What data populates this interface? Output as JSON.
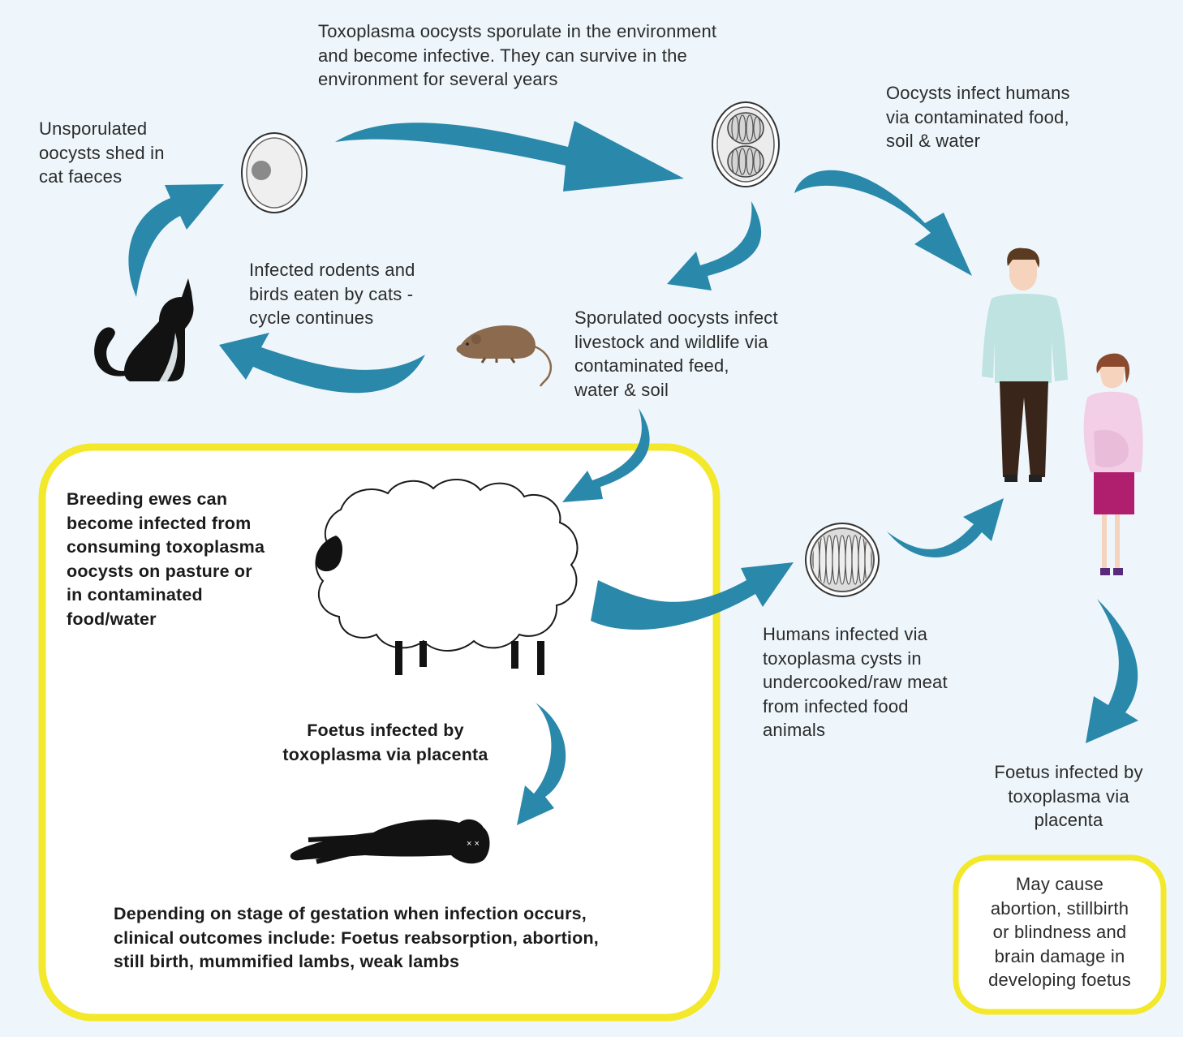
{
  "labels": {
    "top_sporulate": "Toxoplasma oocysts sporulate in the environment\nand become infective. They can survive in the\nenvironment for several years",
    "unsporulated": "Unsporulated\noocysts shed in\ncat faeces",
    "humans_via_food": "Oocysts infect humans\nvia contaminated food,\nsoil & water",
    "rodents": "Infected rodents and\nbirds eaten by cats -\ncycle continues",
    "livestock": "Sporulated oocysts infect\nlivestock and wildlife via\ncontaminated feed,\nwater & soil",
    "ewes": "Breeding ewes can\nbecome infected from\nconsuming toxoplasma\noocysts on pasture or\nin contaminated\nfood/water",
    "foetus_sheep": "Foetus infected by\ntoxoplasma via placenta",
    "outcomes": "Depending on stage of gestation when infection occurs,\nclinical outcomes include: Foetus reabsorption, abortion,\n still birth, mummified lambs, weak lambs",
    "humans_meat": "Humans infected via\ntoxoplasma cysts in\nundercooked/raw meat\nfrom infected food\nanimals",
    "foetus_human": "Foetus infected by\ntoxoplasma via\nplacenta",
    "may_cause": "May cause\nabortion, stillbirth\nor blindness and\nbrain damage in\ndeveloping foetus"
  },
  "colors": {
    "background": "#eef6fb",
    "arrow": "#2a88aa",
    "highlight_border": "#f3e829",
    "silhouette": "#121212",
    "rodent": "#8b6a4e",
    "man_shirt": "#bfe3e0",
    "man_trousers": "#3a251a",
    "woman_top": "#f2cfe6",
    "woman_skirt": "#b01e6e"
  },
  "icons": [
    "unsporulated-oocyst-icon",
    "sporulated-oocyst-icon",
    "tissue-cyst-icon",
    "cat-icon",
    "rodent-icon",
    "sheep-icon",
    "dead-lamb-icon",
    "man-icon",
    "pregnant-woman-icon"
  ]
}
